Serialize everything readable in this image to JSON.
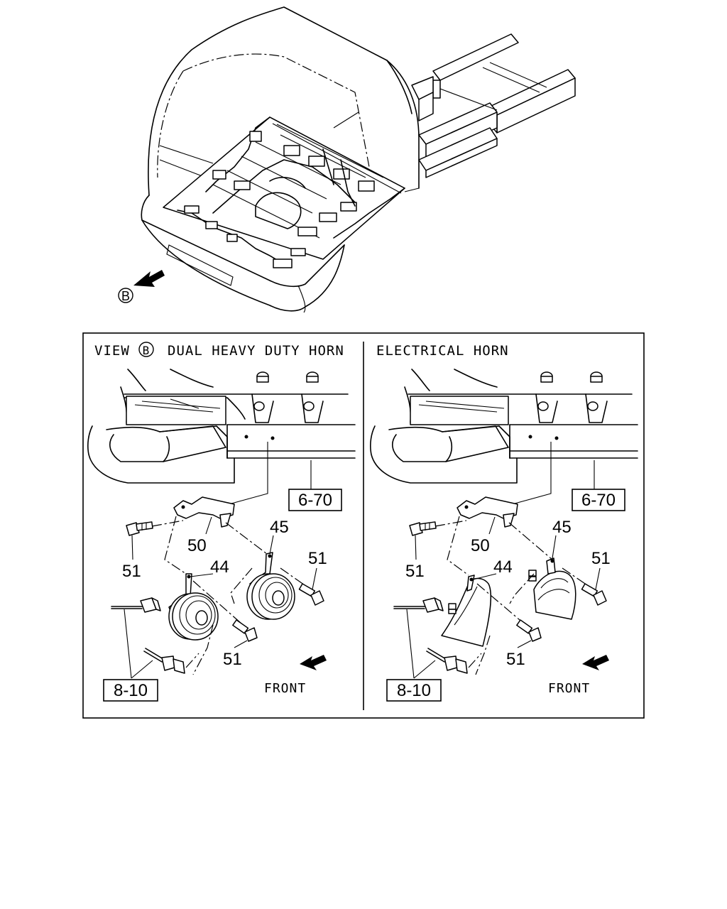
{
  "overview": {
    "view_marker": "B"
  },
  "panels": [
    {
      "title_prefix": "VIEW",
      "title_marker": "B",
      "title_suffix": "DUAL HEAVY DUTY HORN",
      "ref_top": "6-70",
      "ref_bottom": "8-10",
      "callouts": {
        "bracket": "50",
        "horn_low": "44",
        "horn_high": "45",
        "bolt_a": "51",
        "bolt_b": "51",
        "bolt_c": "51"
      },
      "direction": "FRONT"
    },
    {
      "title": "ELECTRICAL HORN",
      "ref_top": "6-70",
      "ref_bottom": "8-10",
      "callouts": {
        "bracket": "50",
        "horn_low": "44",
        "horn_high": "45",
        "bolt_a": "51",
        "bolt_b": "51",
        "bolt_c": "51"
      },
      "direction": "FRONT"
    }
  ]
}
